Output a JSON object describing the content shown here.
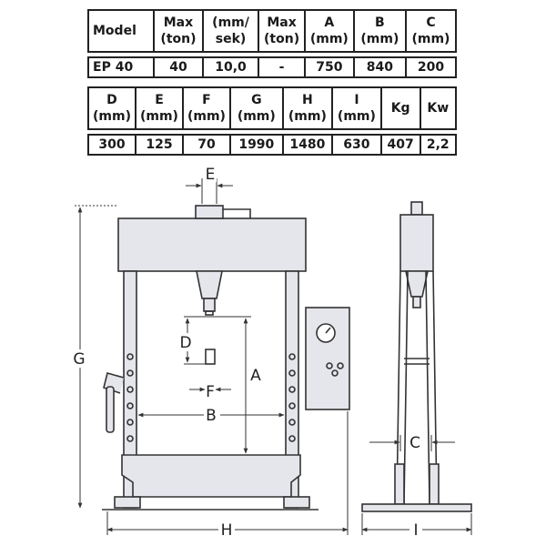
{
  "table1": {
    "headers": [
      "Model",
      "Max\n(ton)",
      "(mm/\nsek)",
      "Max\n(ton)",
      "A\n(mm)",
      "B\n(mm)",
      "C\n(mm)"
    ],
    "row": [
      "EP 40",
      "40",
      "10,0",
      "-",
      "750",
      "840",
      "200"
    ]
  },
  "table2": {
    "headers": [
      "D\n(mm)",
      "E\n(mm)",
      "F\n(mm)",
      "G\n(mm)",
      "H\n(mm)",
      "I\n(mm)",
      "Kg",
      "Kw"
    ],
    "row": [
      "300",
      "125",
      "70",
      "1990",
      "1480",
      "630",
      "407",
      "2,2"
    ]
  },
  "diagram": {
    "labels": {
      "A": "A",
      "B": "B",
      "C": "C",
      "D": "D",
      "E": "E",
      "F": "F",
      "G": "G",
      "H": "H",
      "I": "I"
    }
  },
  "colors": {
    "frame_fill": "#e4e6ec",
    "stroke": "#333333"
  }
}
